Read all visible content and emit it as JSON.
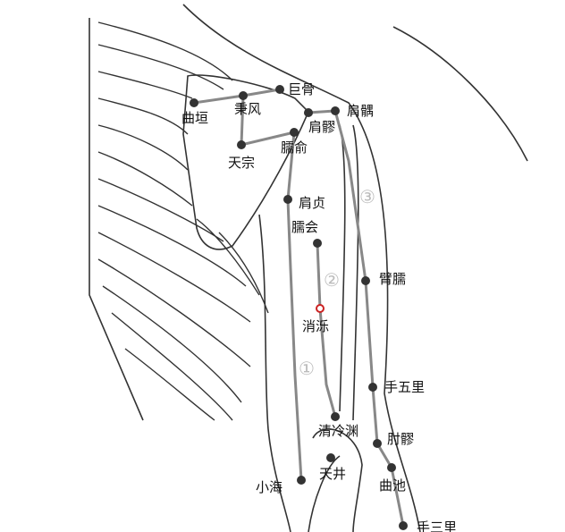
{
  "points": [
    {
      "id": "jugu",
      "label": "巨骨"
    },
    {
      "id": "bingfeng",
      "label": "秉风"
    },
    {
      "id": "quyuan",
      "label": "曲垣"
    },
    {
      "id": "jianyu",
      "label": "肩髃"
    },
    {
      "id": "jianliao",
      "label": "肩髎"
    },
    {
      "id": "tianzong",
      "label": "天宗"
    },
    {
      "id": "naoshu",
      "label": "臑俞"
    },
    {
      "id": "jianzhen",
      "label": "肩贞"
    },
    {
      "id": "naohui",
      "label": "臑会"
    },
    {
      "id": "binao",
      "label": "臂臑"
    },
    {
      "id": "xiaoluo",
      "label": "消泺"
    },
    {
      "id": "shouwuli",
      "label": "手五里"
    },
    {
      "id": "qinglengyuan",
      "label": "清冷渊"
    },
    {
      "id": "zhouliao",
      "label": "肘髎"
    },
    {
      "id": "tianjing",
      "label": "天井"
    },
    {
      "id": "xiaohai",
      "label": "小海"
    },
    {
      "id": "quchi",
      "label": "曲池"
    },
    {
      "id": "shousanli",
      "label": "手三里"
    }
  ],
  "meridians": [
    {
      "label": "①"
    },
    {
      "label": "②"
    },
    {
      "label": "③"
    }
  ],
  "colors": {
    "point": "#333333",
    "highlight": "#cc2222",
    "meridian": "#888888"
  }
}
